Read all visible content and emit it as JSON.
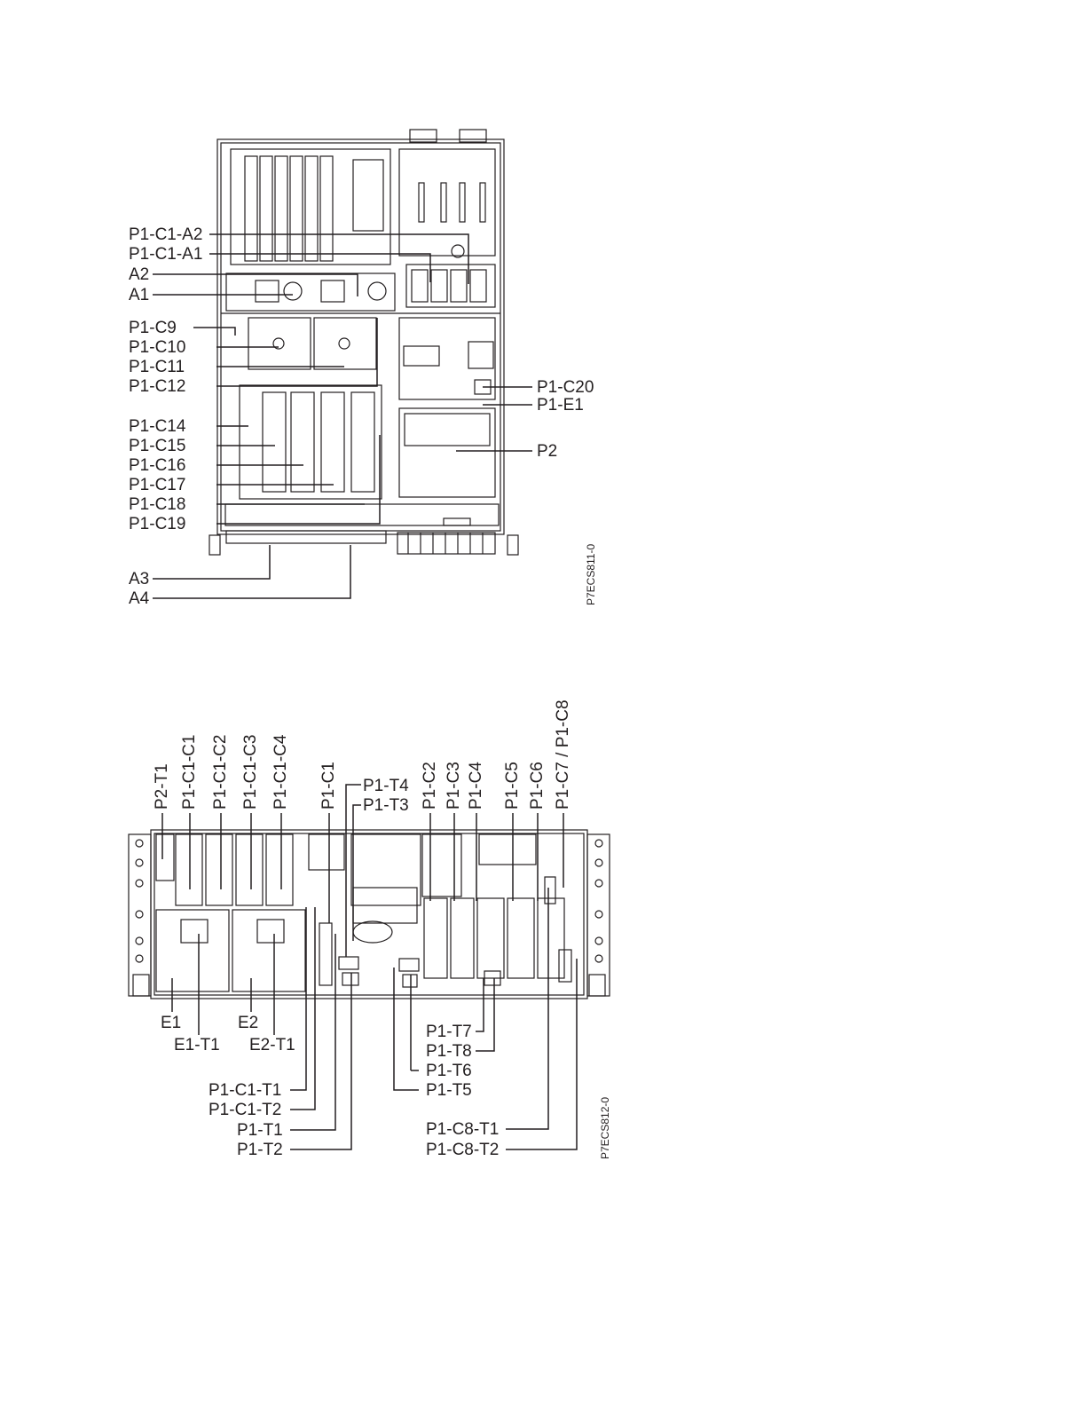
{
  "top_view": {
    "figure_id": "P7ECS811-0",
    "left_labels": [
      "P1-C1-A2",
      "P1-C1-A1",
      "A2",
      "A1",
      "P1-C9",
      "P1-C10",
      "P1-C11",
      "P1-C12",
      "P1-C14",
      "P1-C15",
      "P1-C16",
      "P1-C17",
      "P1-C18",
      "P1-C19",
      "A3",
      "A4"
    ],
    "right_labels": [
      "P1-C20",
      "P1-E1",
      "P2"
    ]
  },
  "rear_view": {
    "figure_id": "P7ECS812-0",
    "top_labels": [
      "P2-T1",
      "P1-C1-C1",
      "P1-C1-C2",
      "P1-C1-C3",
      "P1-C1-C4",
      "P1-C1",
      "P1-C2",
      "P1-C3",
      "P1-C4",
      "P1-C5",
      "P1-C6",
      "P1-C7 / P1-C8"
    ],
    "top_horizontal_labels": [
      "P1-T4",
      "P1-T3"
    ],
    "bottom_labels": [
      "E1",
      "E2",
      "E1-T1",
      "E2-T1"
    ],
    "bottom_left_labels": [
      "P1-C1-T1",
      "P1-C1-T2",
      "P1-T1",
      "P1-T2"
    ],
    "bottom_mid_labels": [
      "P1-T7",
      "P1-T8",
      "P1-T6",
      "P1-T5"
    ],
    "bottom_right_labels": [
      "P1-C8-T1",
      "P1-C8-T2"
    ]
  }
}
